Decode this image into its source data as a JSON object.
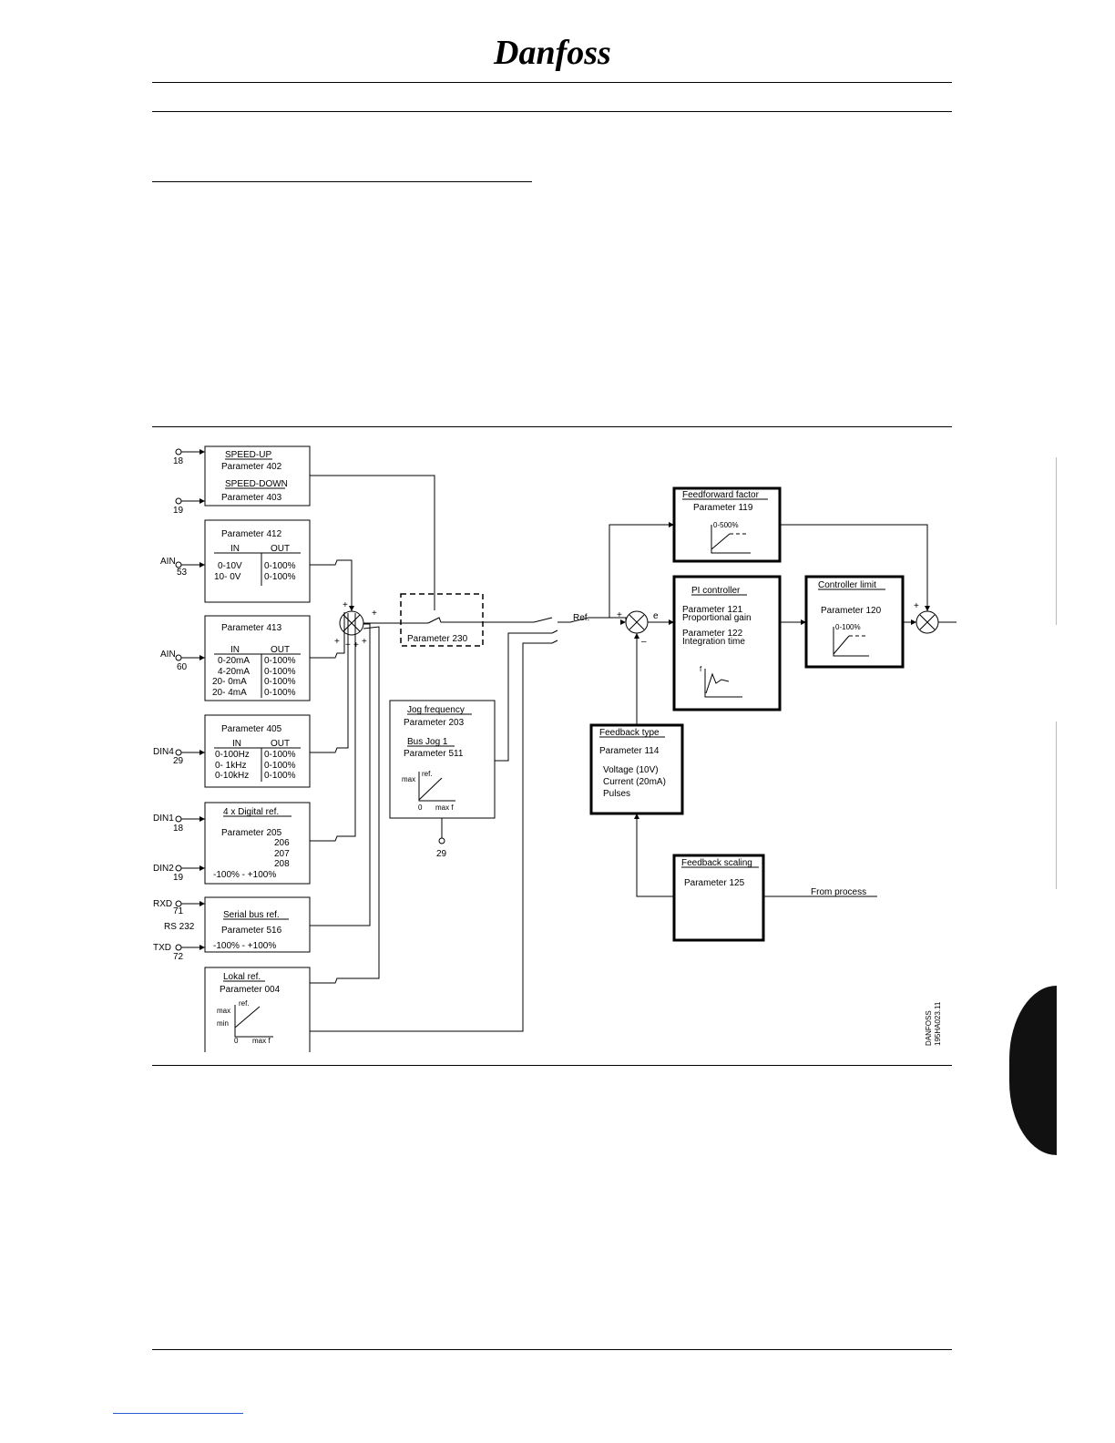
{
  "brand": {
    "logo_text": "Danfoss"
  },
  "diagram": {
    "figure_code_1": "DANFOSS",
    "figure_code_2": "195HA023.11",
    "terminals": {
      "t18": "18",
      "t19": "19",
      "ain53_label": "AIN",
      "ain53": "53",
      "ain60_label": "AIN",
      "ain60": "60",
      "din4_label": "DIN4",
      "din4": "29",
      "din1_label": "DIN1",
      "din1": "18",
      "din2_label": "DIN2",
      "din2": "19",
      "rxd": "RXD",
      "rxd_num": "71",
      "rs232": "RS 232",
      "txd": "TXD",
      "txd_num": "72",
      "jog_terminal": "29"
    },
    "speed_box": {
      "title1": "SPEED-UP",
      "param1": "Parameter 402",
      "title2": "SPEED-DOWN",
      "param2": "Parameter 403"
    },
    "box412": {
      "param": "Parameter 412",
      "in_h": "IN",
      "out_h": "OUT",
      "r1_in": "0-10V",
      "r1_out": "0-100%",
      "r2_in": "10- 0V",
      "r2_out": "0-100%"
    },
    "box413": {
      "param": "Parameter 413",
      "in_h": "IN",
      "out_h": "OUT",
      "r1_in": "0-20mA",
      "r1_out": "0-100%",
      "r2_in": "4-20mA",
      "r2_out": "0-100%",
      "r3_in": "20- 0mA",
      "r3_out": "0-100%",
      "r4_in": "20- 4mA",
      "r4_out": "0-100%"
    },
    "box405": {
      "param": "Parameter 405",
      "in_h": "IN",
      "out_h": "OUT",
      "r1_in": "0-100Hz",
      "r1_out": "0-100%",
      "r2_in": "0- 1kHz",
      "r2_out": "0-100%",
      "r3_in": "0-10kHz",
      "r3_out": "0-100%"
    },
    "digital_ref": {
      "title": "4 x Digital ref.",
      "param": "Parameter 205",
      "p206": "206",
      "p207": "207",
      "p208": "208",
      "range": "-100% - +100%"
    },
    "serial_ref": {
      "title": "Serial bus ref.",
      "param": "Parameter 516",
      "range": "-100% -   +100%"
    },
    "lokal_ref": {
      "title": "Lokal ref.",
      "param": "Parameter 004",
      "max": "max",
      "min": "min",
      "ref": "ref.",
      "zero": "0",
      "maxf": "max f"
    },
    "switch_box": {
      "param": "Parameter 230"
    },
    "jog_box": {
      "title": "Jog frequency",
      "param": "Parameter 203",
      "title2": "Bus Jog 1",
      "param2": "Parameter 511",
      "max": "max",
      "ref": "ref.",
      "zero": "0",
      "maxf": "max f"
    },
    "ref_label": "Ref.",
    "e_label": "e",
    "plus": "+",
    "minus": "–",
    "feedforward": {
      "title": "Feedforward factor",
      "param": "Parameter 119",
      "range": "0-500%"
    },
    "pi_controller": {
      "title": "PI controller",
      "param1": "Parameter 121",
      "desc1": "Proportional gain",
      "param2": "Parameter 122",
      "desc2": "Integration time",
      "f": "f"
    },
    "controller_limit": {
      "title": "Controller limit",
      "param": "Parameter 120",
      "range": "0-100%"
    },
    "feedback_type": {
      "title": "Feedback type",
      "param": "Parameter 114",
      "o1": "Voltage (10V)",
      "o2": "Current (20mA)",
      "o3": "Pulses"
    },
    "feedback_scaling": {
      "title": "Feedback scaling",
      "param": "Parameter 125"
    },
    "from_process": "From process"
  }
}
